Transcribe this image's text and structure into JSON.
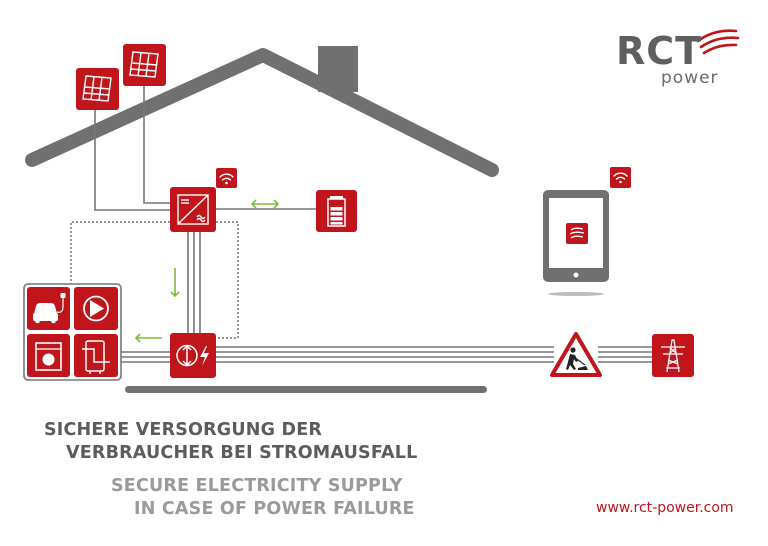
{
  "brand": {
    "name": "RCT",
    "sub": "power",
    "accent": "#c0151b",
    "neutral": "#6b6b6b"
  },
  "captions": {
    "de_line1": "SICHERE VERSORGUNG DER",
    "de_line2": "VERBRAUCHER BEI STROMAUSFALL",
    "en_line1": "SECURE ELECTRICITY SUPPLY",
    "en_line2": "IN CASE OF POWER FAILURE"
  },
  "footer": {
    "url": "www.rct-power.com"
  },
  "diagram": {
    "icons": [
      "solar-panel-icon",
      "inverter-icon",
      "wifi-icon",
      "battery-icon",
      "tablet-icon",
      "car-charger-icon",
      "heat-pump-icon",
      "washing-machine-icon",
      "boiler-icon",
      "power-switch-icon",
      "roadworks-warning-icon",
      "power-pylon-icon"
    ],
    "arrow_color": "#7dbb3c"
  }
}
